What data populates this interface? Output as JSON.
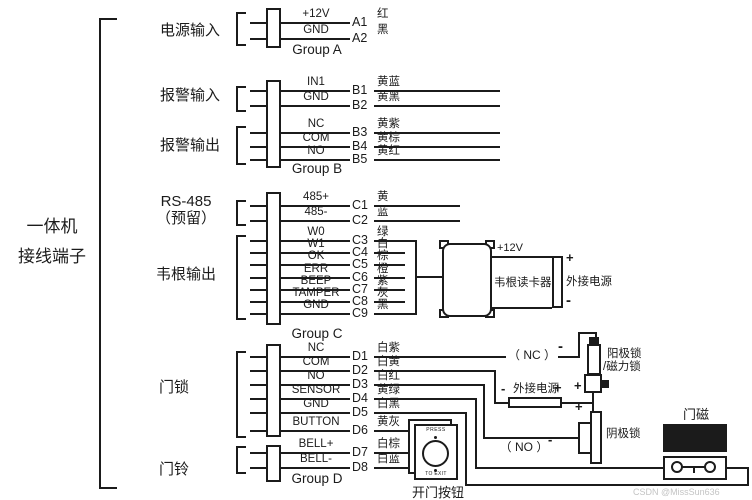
{
  "device": {
    "title_line1": "一体机",
    "title_line2": "接线端子"
  },
  "watermark": "CSDN @MissSun636",
  "groups": [
    {
      "caption": "Group A",
      "sections": [
        {
          "label": "电源输入",
          "rows": [
            {
              "signal": "+12V",
              "terminal": "A1",
              "color": "红"
            },
            {
              "signal": "GND",
              "terminal": "A2",
              "color": "黑"
            }
          ]
        }
      ]
    },
    {
      "caption": "Group B",
      "sections": [
        {
          "label": "报警输入",
          "rows": [
            {
              "signal": "IN1",
              "terminal": "B1",
              "color": "黄蓝"
            },
            {
              "signal": "GND",
              "terminal": "B2",
              "color": "黄黑"
            }
          ]
        },
        {
          "label": "报警输出",
          "rows": [
            {
              "signal": "NC",
              "terminal": "B3",
              "color": "黄紫"
            },
            {
              "signal": "COM",
              "terminal": "B4",
              "color": "黄棕"
            },
            {
              "signal": "NO",
              "terminal": "B5",
              "color": "黄红"
            }
          ]
        }
      ]
    },
    {
      "caption": "Group C",
      "sections": [
        {
          "label": "RS-485",
          "label2": "（预留）",
          "rows": [
            {
              "signal": "485+",
              "terminal": "C1",
              "color": "黄"
            },
            {
              "signal": "485-",
              "terminal": "C2",
              "color": "蓝"
            }
          ]
        },
        {
          "label": "韦根输出",
          "rows": [
            {
              "signal": "W0",
              "terminal": "C3",
              "color": "绿"
            },
            {
              "signal": "W1",
              "terminal": "C4",
              "color": "白"
            },
            {
              "signal": "OK",
              "terminal": "C5",
              "color": "棕"
            },
            {
              "signal": "ERR",
              "terminal": "C6",
              "color": "橙"
            },
            {
              "signal": "BEEP",
              "terminal": "C7",
              "color": "紫"
            },
            {
              "signal": "TAMPER",
              "terminal": "C8",
              "color": "灰"
            },
            {
              "signal": "GND",
              "terminal": "C9",
              "color": "黑"
            }
          ]
        }
      ]
    },
    {
      "caption": "Group D",
      "sections": [
        {
          "label": "门锁",
          "rows": [
            {
              "signal": "NC",
              "terminal": "D1",
              "color": "白紫"
            },
            {
              "signal": "COM",
              "terminal": "D2",
              "color": "白黄"
            },
            {
              "signal": "NO",
              "terminal": "D3",
              "color": "白红"
            },
            {
              "signal": "SENSOR",
              "terminal": "D4",
              "color": "黄绿"
            },
            {
              "signal": "GND",
              "terminal": "D5",
              "color": "白黑"
            },
            {
              "signal": "BUTTON",
              "terminal": "D6",
              "color": "黄灰"
            }
          ]
        },
        {
          "label": "门铃",
          "rows": [
            {
              "signal": "BELL+",
              "terminal": "D7",
              "color": "白棕"
            },
            {
              "signal": "BELL-",
              "terminal": "D8",
              "color": "白蓝"
            }
          ]
        }
      ]
    }
  ],
  "peripherals": {
    "wiegand_reader": {
      "label": "韦根读卡器",
      "power": "+12V"
    },
    "ext_power_top": {
      "label": "外接电源",
      "plus": "+",
      "minus": "-"
    },
    "ext_power_bottom": {
      "label": "外接电源",
      "plus": "+",
      "minus": "-"
    },
    "anode_lock": {
      "label_line1": "阳极锁",
      "label_line2": "/磁力锁",
      "nc": "（ NC ）",
      "minus": "-",
      "plus": "+"
    },
    "cathode_lock": {
      "label": "阴极锁",
      "no": "（ NO ）",
      "minus": "-",
      "plus": "+"
    },
    "door_magnet": {
      "label": "门磁"
    },
    "exit_button": {
      "label": "开门按钮",
      "press": "PRESS",
      "to_exit": "TO EXIT"
    }
  }
}
